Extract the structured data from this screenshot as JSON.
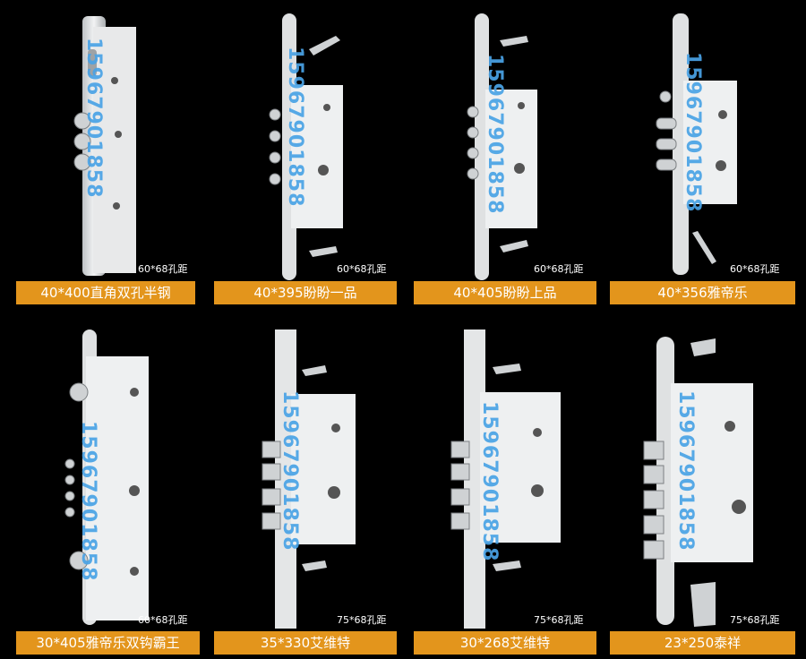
{
  "watermark": "15967901858",
  "products": [
    {
      "name": "40*400直角双孔半钢",
      "spacing": "60*68孔距"
    },
    {
      "name": "40*395盼盼一品",
      "spacing": "60*68孔距"
    },
    {
      "name": "40*405盼盼上品",
      "spacing": "60*68孔距"
    },
    {
      "name": "40*356雅帝乐",
      "spacing": "60*68孔距"
    },
    {
      "name": "30*405雅帝乐双钩霸王",
      "spacing": "60*68孔距"
    },
    {
      "name": "35*330艾维特",
      "spacing": "75*68孔距"
    },
    {
      "name": "30*268艾维特",
      "spacing": "75*68孔距"
    },
    {
      "name": "23*250泰祥",
      "spacing": "75*68孔距"
    }
  ],
  "colors": {
    "label_background": "#e3951c",
    "watermark": "#4aa3e6",
    "background": "#000000"
  }
}
